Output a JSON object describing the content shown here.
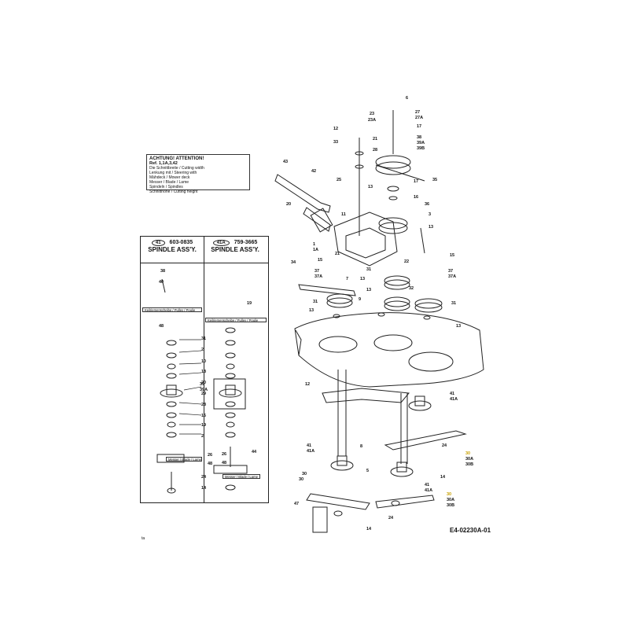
{
  "warning_box": {
    "title": "ACHTUNG! ATTENTION!",
    "subtitle": "Ref. 1,1A,3,42",
    "lines": [
      "Die Schnittbreite / Cutting width",
      "Lenkung mit / Steering with",
      "Mähdeck / Mower deck",
      "Messer / Blade / Lame",
      "Spindeln / Spindles",
      "Schnitthöhe / Cutting height"
    ]
  },
  "spindle_table": {
    "left": {
      "ref": "41",
      "part_number": "603-0835",
      "label": "SPINDLE ASS'Y."
    },
    "right": {
      "ref": "41A",
      "part_number": "759-3665",
      "label": "SPINDLE ASS'Y."
    },
    "left_labels": [
      "38",
      "40",
      "48",
      "31",
      "2",
      "10",
      "18",
      "20",
      "29",
      "39",
      "39A",
      "28",
      "16",
      "19",
      "2",
      "26",
      "48",
      "24",
      "14"
    ],
    "right_labels": [
      "19",
      "26",
      "48",
      "44"
    ],
    "bands": {
      "pulley": "Keilriemenscheibe / Pulley / Poulie",
      "blade": "Messer / Blade / Lame"
    }
  },
  "main_labels": {
    "top_parts": [
      "6",
      "23",
      "23A",
      "27",
      "27A",
      "17",
      "12",
      "33",
      "21",
      "28",
      "38",
      "39A",
      "39B",
      "35",
      "43",
      "42",
      "25",
      "13",
      "17",
      "16",
      "36",
      "20",
      "11",
      "3",
      "22",
      "13",
      "1",
      "1A",
      "21",
      "15"
    ],
    "deck_parts": [
      "34",
      "15",
      "37",
      "37A",
      "7",
      "13",
      "31",
      "37",
      "37A",
      "31",
      "9",
      "13",
      "31",
      "32",
      "13",
      "13",
      "12",
      "41",
      "41A",
      "24",
      "8",
      "30",
      "30A",
      "30B",
      "5",
      "41",
      "41A",
      "14",
      "41",
      "41A",
      "30",
      "30A",
      "30B",
      "47",
      "24",
      "14"
    ]
  },
  "highlight_labels": [
    "30",
    "30"
  ],
  "drawing_code": "E4-02230A-01",
  "footnote": "ta"
}
